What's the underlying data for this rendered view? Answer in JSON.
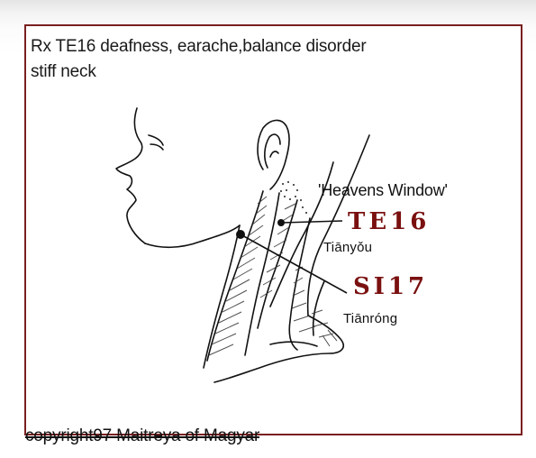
{
  "caption": {
    "line1": "Rx TE16 deafness, earache,balance disorder",
    "line2": "stiff neck"
  },
  "points": [
    {
      "code": "TE16",
      "pinyin": "Tiānyǒu",
      "nickname": "'Heavens Window'"
    },
    {
      "code": "SI17",
      "pinyin": "Tiānróng"
    }
  ],
  "copyright": "copyright97 Maitreya of Magyar",
  "colors": {
    "frame": "#7a1f1f",
    "point_code": "#7a1010",
    "ink": "#111111"
  }
}
